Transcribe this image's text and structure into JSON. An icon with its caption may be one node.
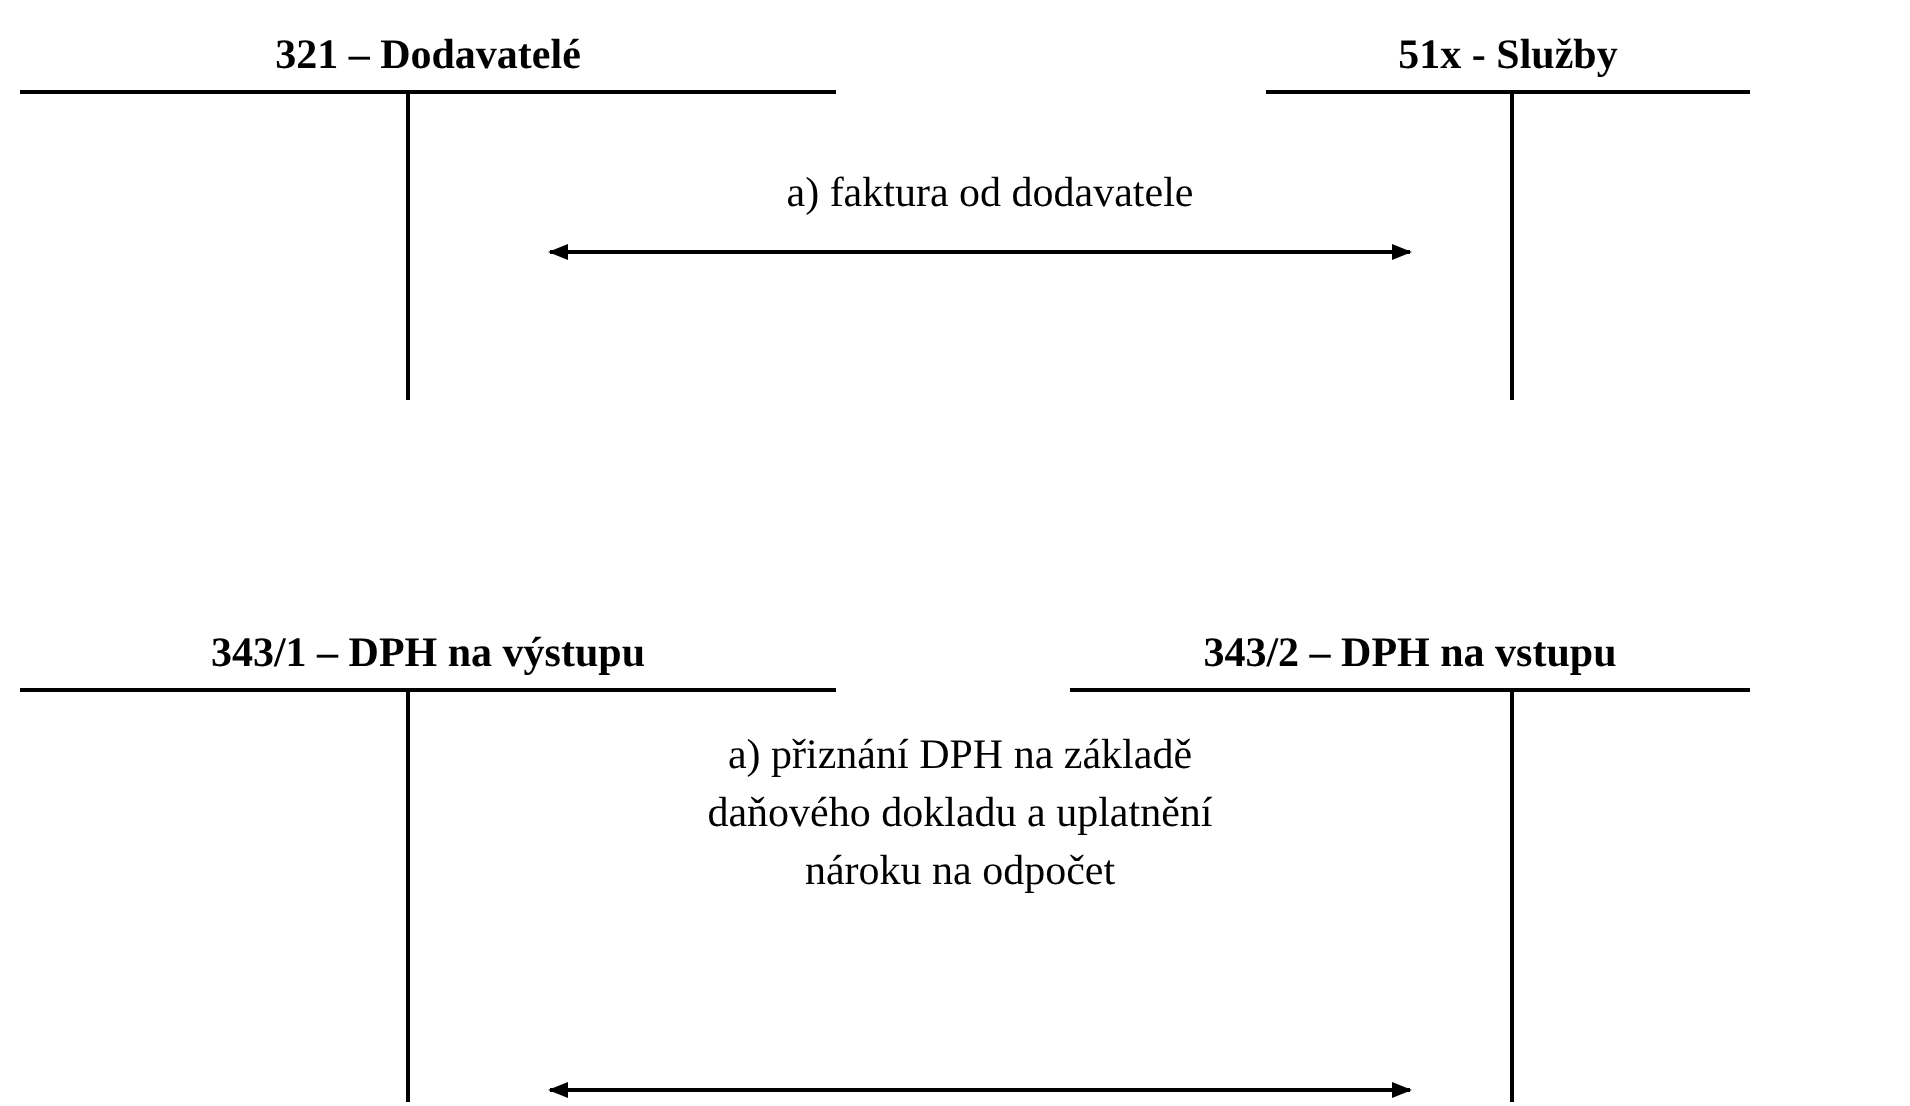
{
  "diagram": {
    "nodes": [
      {
        "text": [
          "321 – Dodavatelé"
        ]
      },
      {
        "text": [
          "51x - Služby"
        ]
      },
      {
        "text": [
          "343/1 – DPH na výstupu"
        ]
      },
      {
        "text": [
          "343/2 – DPH na vstupu"
        ]
      }
    ],
    "edges": [
      {
        "from": 0,
        "to": 1,
        "arrow": "both",
        "label": "a) faktura od dodavatele"
      },
      {
        "from": 2,
        "to": 3,
        "arrow": "both",
        "label": "a) přiznání DPH na základě daňového dokladu a uplatnění nároku na odpočet"
      }
    ]
  }
}
